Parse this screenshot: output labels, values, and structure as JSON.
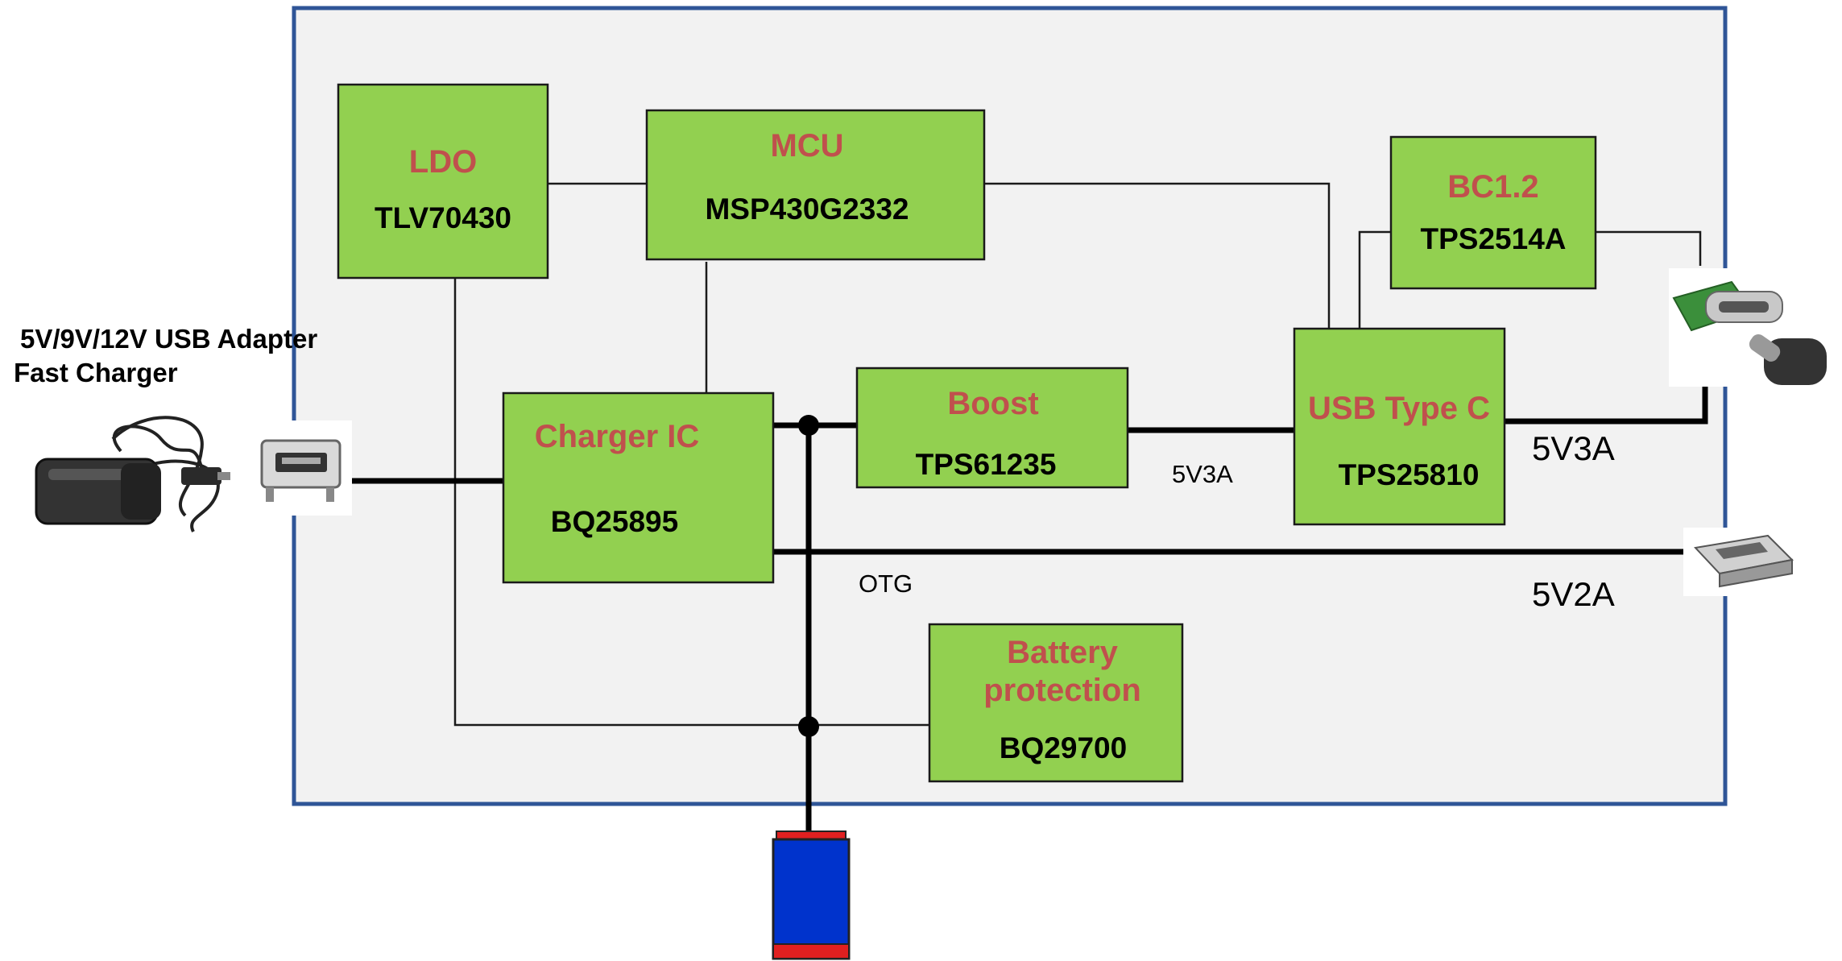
{
  "adapter": {
    "line1": "5V/9V/12V USB Adapter",
    "line2": "Fast Charger"
  },
  "blocks": {
    "ldo": {
      "title": "LDO",
      "part": "TLV70430"
    },
    "mcu": {
      "title": "MCU",
      "part": "MSP430G2332"
    },
    "bc12": {
      "title": "BC1.2",
      "part": "TPS2514A"
    },
    "charger": {
      "title": "Charger IC",
      "part": "BQ25895"
    },
    "boost": {
      "title": "Boost",
      "part": "TPS61235"
    },
    "typec": {
      "title": "USB Type C",
      "part": "TPS25810"
    },
    "batprot": {
      "title_line1": "Battery",
      "title_line2": "protection",
      "part": "BQ29700"
    }
  },
  "labels": {
    "boost_out": "5V3A",
    "otg": "OTG",
    "typec_out": "5V3A",
    "usba_out": "5V2A"
  },
  "colors": {
    "block_fill": "#92d050",
    "title_text": "#c0504d",
    "frame_border": "#2f5597",
    "frame_fill": "#f2f2f2",
    "battery_body": "#0033cc",
    "battery_cap": "#e02020"
  }
}
